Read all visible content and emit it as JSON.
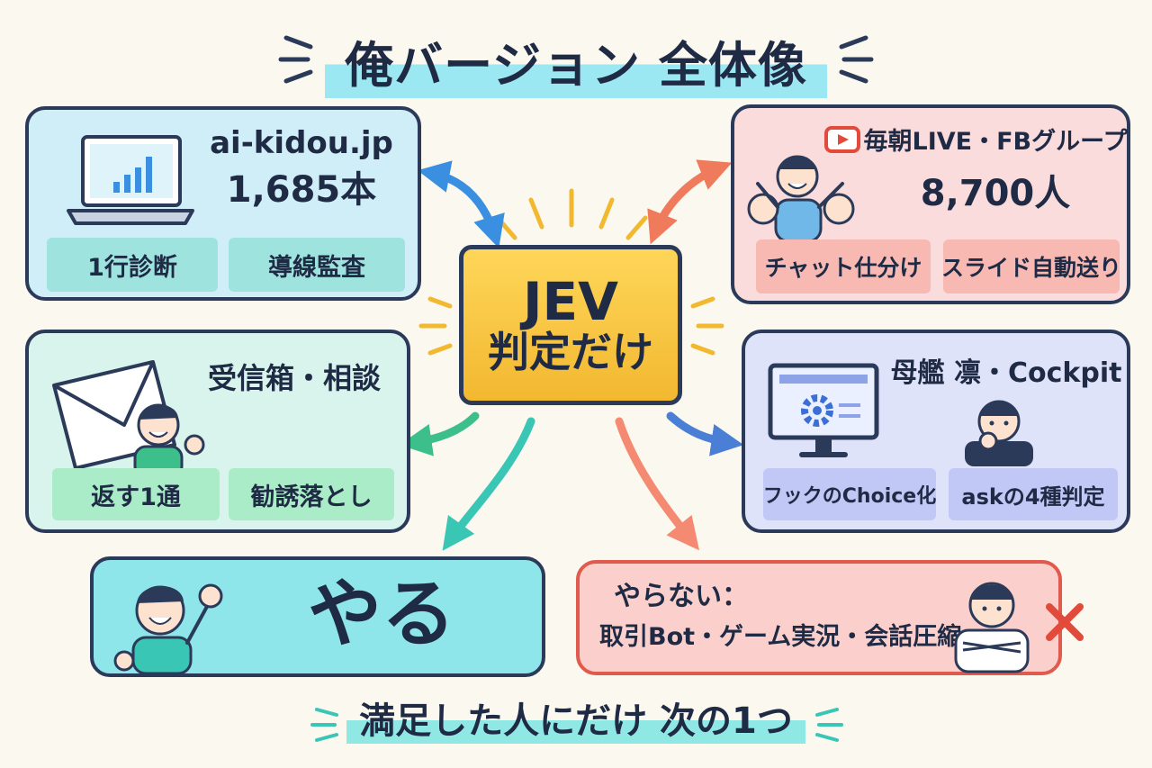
{
  "title": "俺バージョン 全体像",
  "center": {
    "line1": "JEV",
    "line2": "判定だけ"
  },
  "panels": {
    "site": {
      "title": "ai-kidou.jp",
      "count": "1,685本",
      "chips": [
        "1行診断",
        "導線監査"
      ]
    },
    "live": {
      "title": "毎朝LIVE・FBグループ",
      "count": "8,700人",
      "chips": [
        "チャット仕分け",
        "スライド自動送り"
      ]
    },
    "inbox": {
      "title": "受信箱・相談",
      "chips": [
        "返す1通",
        "勧誘落とし"
      ]
    },
    "cockpit": {
      "title": "母艦 凛・Cockpit",
      "chips": [
        "フックのChoice化",
        "askの4種判定"
      ]
    }
  },
  "do": {
    "label": "やる"
  },
  "dont": {
    "line1": "やらない：",
    "line2": "取引Bot・ゲーム実況・会話圧縮"
  },
  "bottom": "満足した人にだけ 次の1つ",
  "colors": {
    "outline": "#2c3a5a",
    "center": "#f7c73c",
    "arrow_blue": "#3b8fe0",
    "arrow_red": "#f07a5c",
    "arrow_green": "#3dbf8c",
    "arrow_teal": "#3ac6b5",
    "arrow_salmon": "#f58a73",
    "cross": "#e24b3b"
  },
  "icons": [
    "laptop-chart-icon",
    "youtube-play-icon",
    "people-cheering-icon",
    "envelope-icon",
    "person-smiling-icon",
    "monitor-gear-icon",
    "person-thinking-icon",
    "person-fist-pump-icon",
    "person-arms-crossed-icon",
    "cross-mark-icon"
  ]
}
